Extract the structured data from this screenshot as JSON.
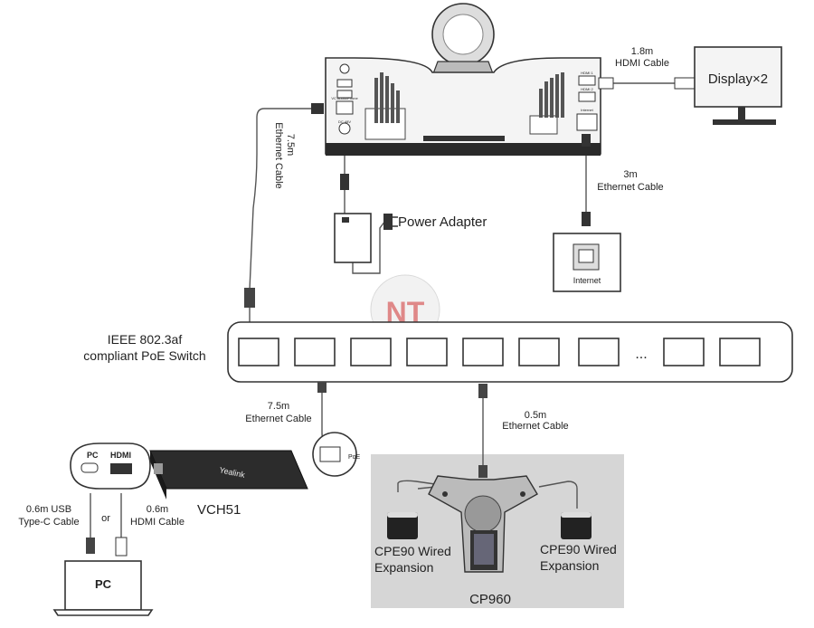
{
  "display": {
    "label": "Display×2",
    "cable_length": "1.8m",
    "cable_type": "HDMI Cable",
    "port_labels": [
      "HDMI 1",
      "HDMI 2"
    ]
  },
  "camera": {
    "cable_left_length": "7.5m",
    "cable_left_type": "Ethernet Cable",
    "port_labels": [
      "DC 48V",
      "Internet",
      "VC Audio/Phone"
    ]
  },
  "internet": {
    "cable_length": "3m",
    "cable_type": "Ethernet Cable",
    "label": "Internet"
  },
  "power_adapter": {
    "label": "Power Adapter"
  },
  "switch": {
    "line1": "IEEE 802.3af",
    "line2": "compliant PoE Switch",
    "ellipsis": "..."
  },
  "watermark": {
    "text": "NT"
  },
  "vch": {
    "cable_length": "7.5m",
    "cable_type": "Ethernet Cable",
    "brand": "Yealink",
    "label": "VCH51",
    "pc_tag": "PC",
    "hdmi_tag": "HDMI",
    "poe_tag": "PoE",
    "usb_length": "0.6m USB",
    "usb_type": "Type-C Cable",
    "or_text": "or",
    "hdmi_length": "0.6m",
    "hdmi_type": "HDMI Cable"
  },
  "pc": {
    "label": "PC"
  },
  "cp960": {
    "cable_length": "0.5m",
    "cable_type": "Ethernet Cable",
    "label": "CP960",
    "left_exp_line1": "CPE90 Wired",
    "left_exp_line2": "Expansion",
    "right_exp_line1": "CPE90 Wired",
    "right_exp_line2": "Expansion"
  }
}
